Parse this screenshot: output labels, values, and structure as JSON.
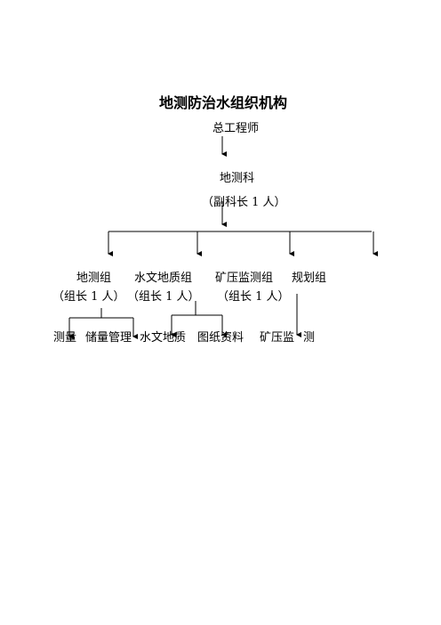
{
  "title": "地测防治水组织机构",
  "chief_engineer": "总工程师",
  "survey_dept": {
    "name": "地测科",
    "head": "（副科长 1 人）"
  },
  "groups": [
    {
      "name": "地测组",
      "head": "（组长 1 人）"
    },
    {
      "name": "水文地质组",
      "head": "（组长 1 人）"
    },
    {
      "name": "矿压监测组",
      "head": "（组长 1 人）"
    },
    {
      "name": "规划组"
    }
  ],
  "tasks": [
    "测量",
    "储量管理",
    "水文地质",
    "图纸资料",
    "矿压监",
    "测"
  ]
}
